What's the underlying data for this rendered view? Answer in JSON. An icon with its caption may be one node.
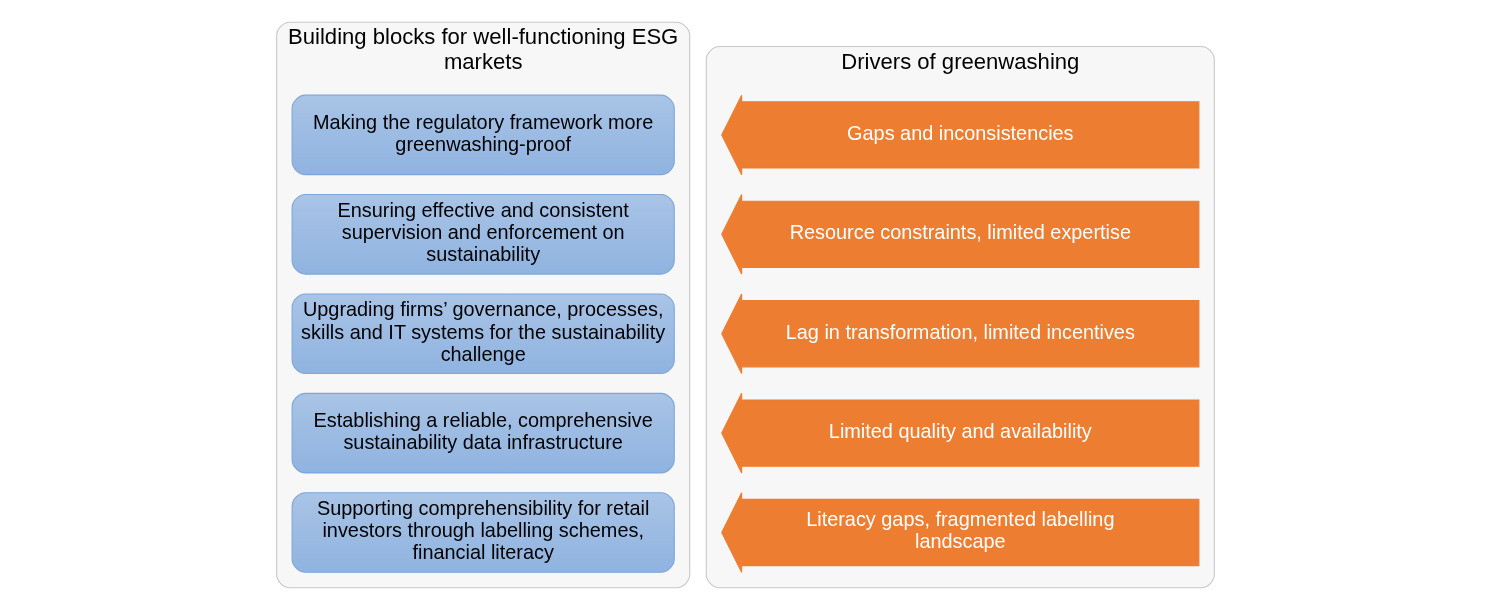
{
  "diagram": {
    "nodes": [
      {
        "text": [
          "Building blocks for well-functioning ESG markets"
        ]
      },
      {
        "text": [
          "Making the regulatory framework more greenwashing-proof"
        ],
        "in": 0
      },
      {
        "text": [
          "Ensuring effective and consistent supervision and enforcement on sustainability"
        ],
        "in": 0
      },
      {
        "text": [
          "Upgrading firms’ governance, processes, skills and IT systems for the sustainability challenge"
        ],
        "in": 0
      },
      {
        "text": [
          "Establishing a reliable, comprehensive sustainability data infrastructure"
        ],
        "in": 0
      },
      {
        "text": [
          "Supporting comprehensibility for retail investors through labelling schemes, financial literacy"
        ],
        "in": 0
      },
      {
        "text": [
          "Drivers of greenwashing"
        ]
      },
      {
        "text": [
          "Gaps and inconsistencies"
        ],
        "in": 6
      },
      {
        "text": [
          "Resource constraints, limited expertise"
        ],
        "in": 6
      },
      {
        "text": [
          "Lag in transformation, limited incentives"
        ],
        "in": 6
      },
      {
        "text": [
          "Limited quality and availability"
        ],
        "in": 6
      },
      {
        "text": [
          "Literacy gaps, fragmented labelling landscape"
        ],
        "in": 6
      }
    ]
  }
}
